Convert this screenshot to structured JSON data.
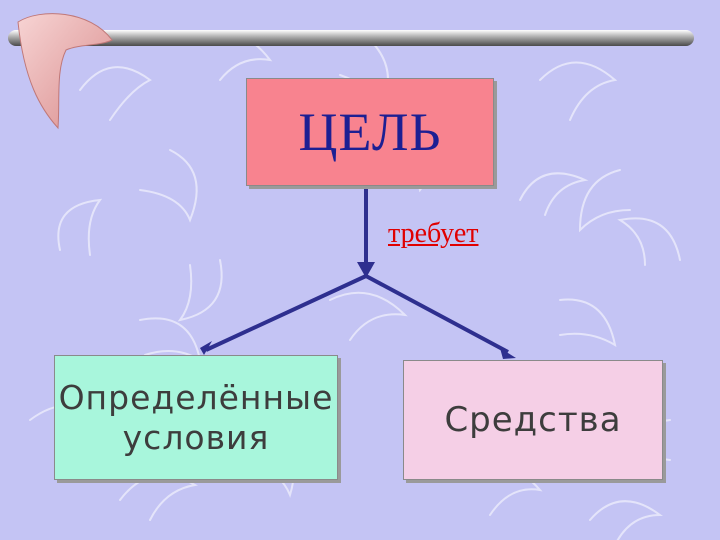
{
  "diagram": {
    "top_box": {
      "label": "ЦЕЛЬ",
      "color": "#f8838f"
    },
    "relation_label": "требует",
    "left_box": {
      "label": "Определённые условия",
      "line1": "Определённые",
      "line2": "условия",
      "color": "#a8f6dc"
    },
    "right_box": {
      "label": "Средства",
      "color": "#f5cfe6"
    }
  },
  "colors": {
    "background": "#c4c4f4",
    "arrow": "#2e2f8f",
    "title_text": "#1c1f93",
    "relation_text": "#e00000"
  },
  "icons": [
    "boomerang-icon",
    "boomerang-pattern"
  ]
}
